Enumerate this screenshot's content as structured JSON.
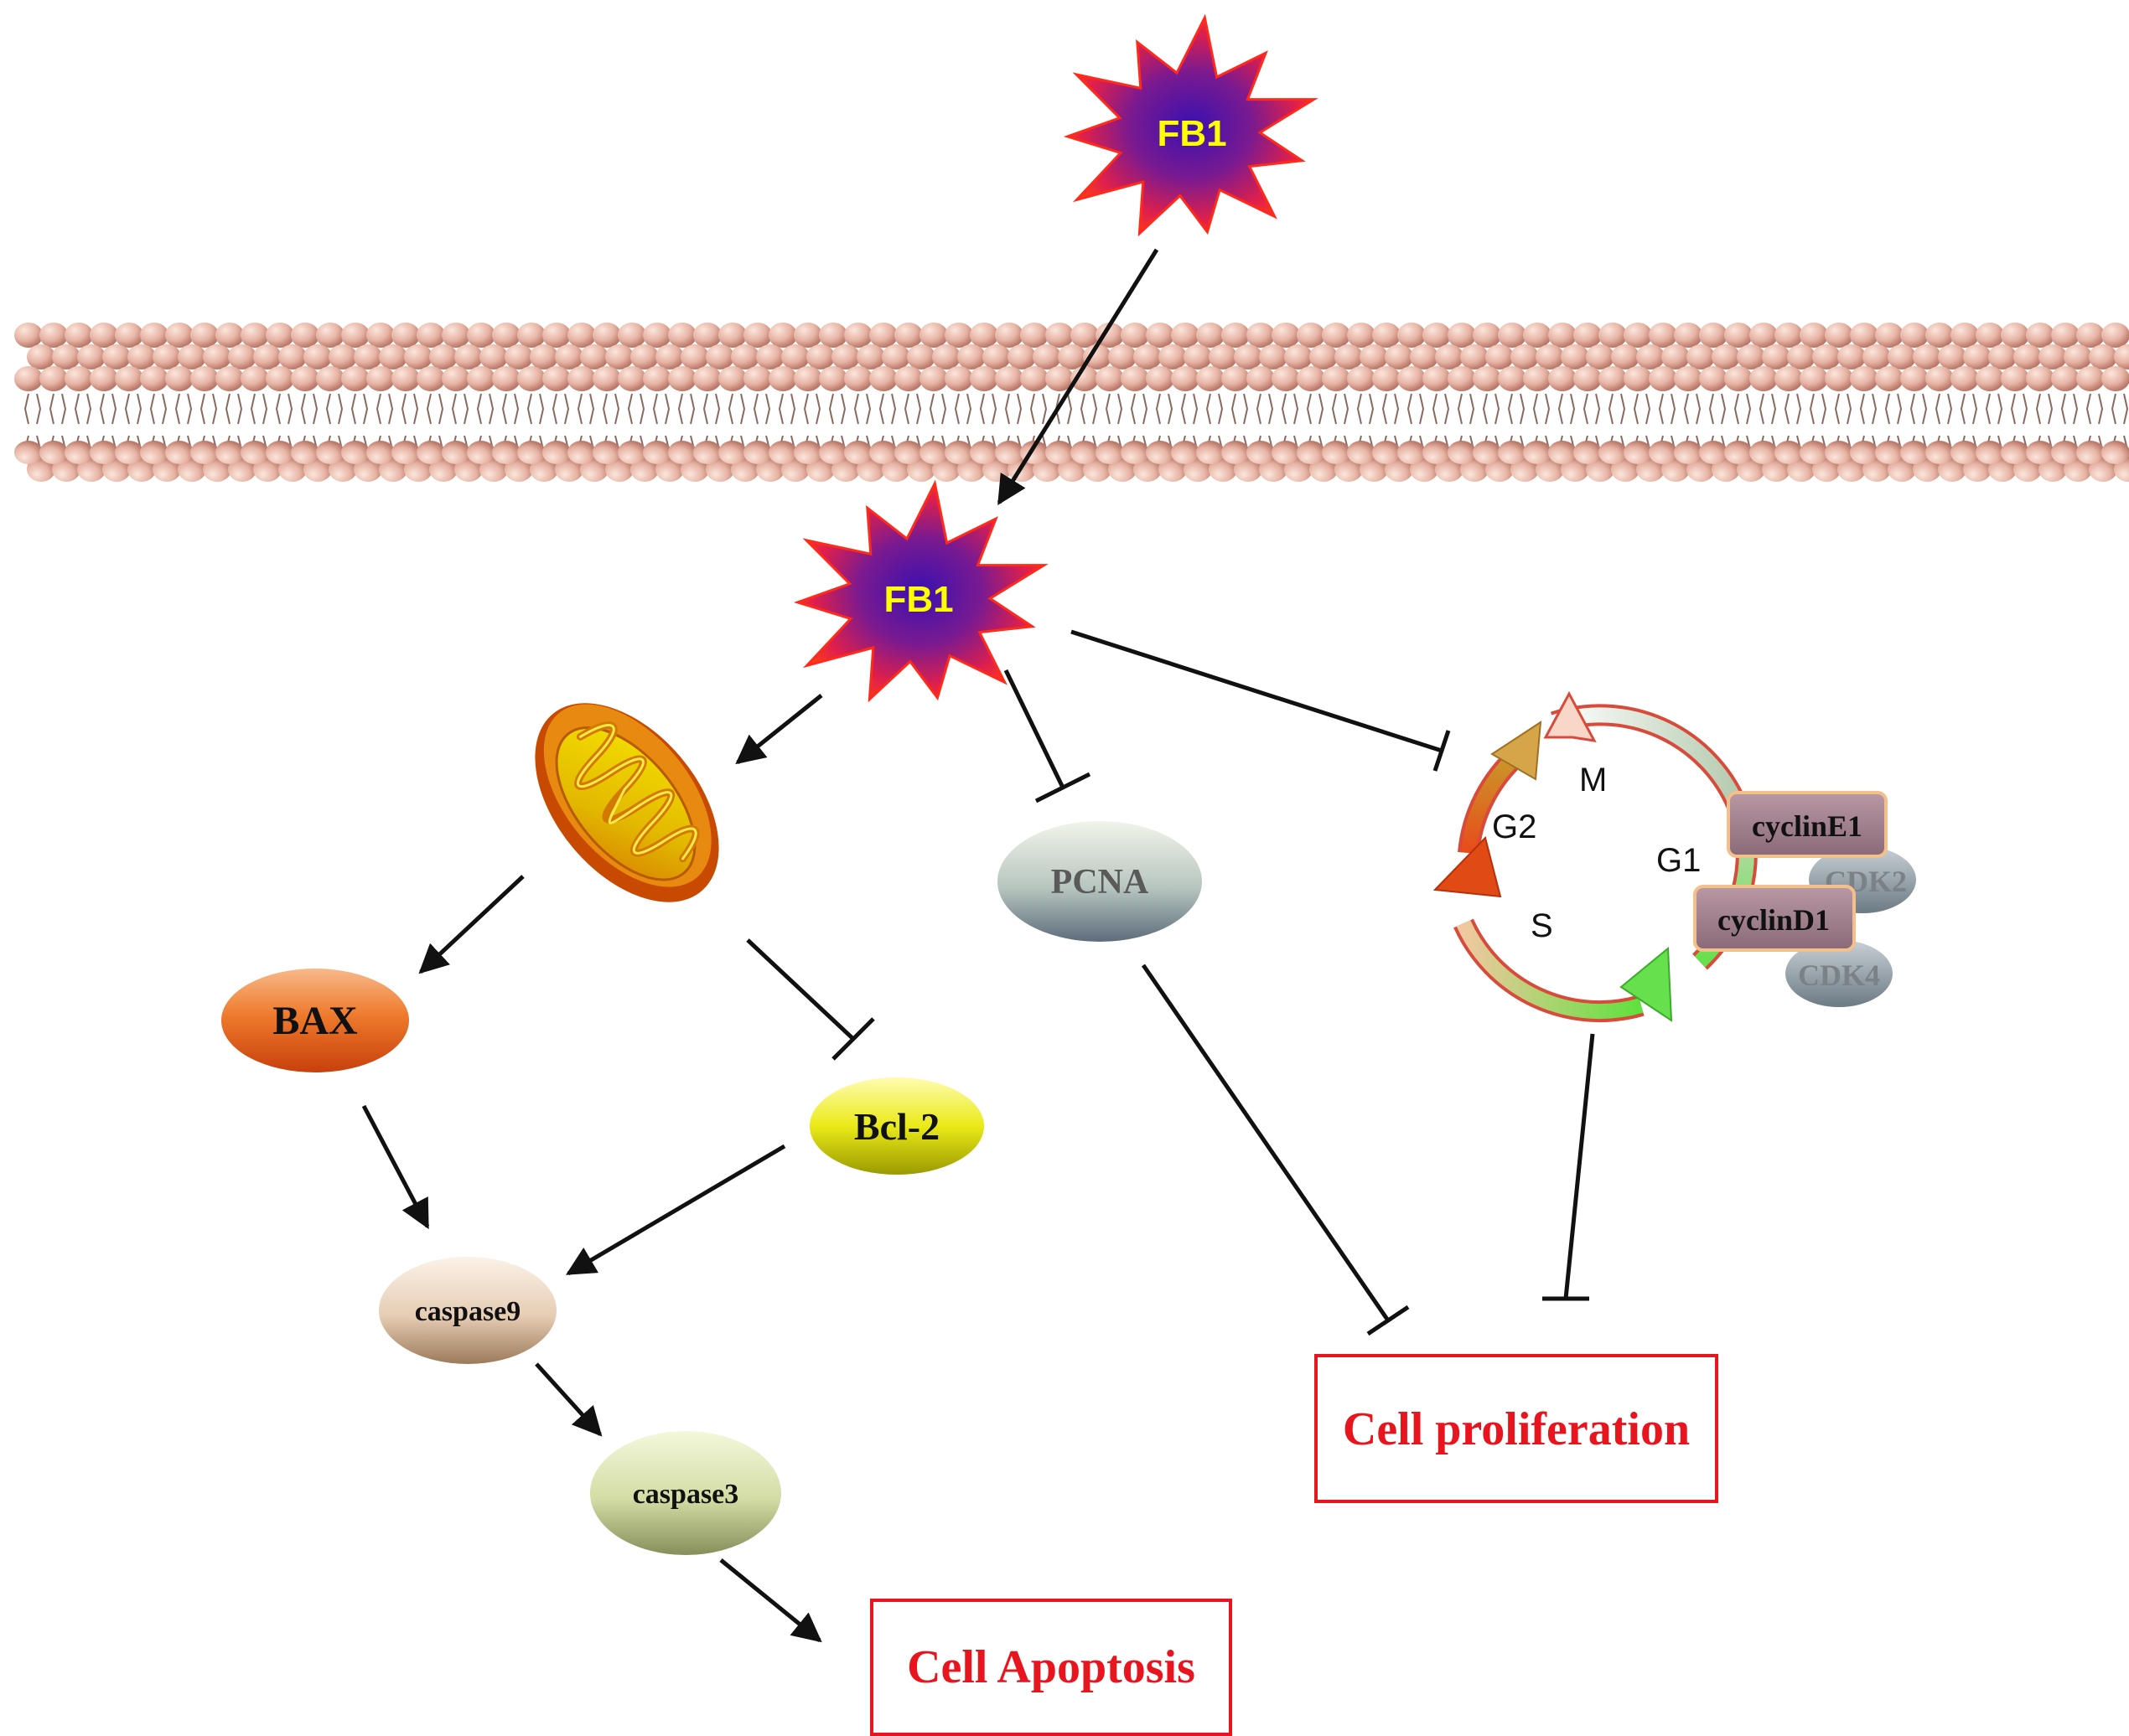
{
  "colors": {
    "starburst_edge": "#ff2a1a",
    "starburst_core": "#5a1aa0",
    "fb1_text": "#ffff00",
    "outcome_red": "#e8141e",
    "membrane_head": "#e0a090",
    "arrow": "#111111",
    "bax": "#e56a1c",
    "bcl2": "#e6e600",
    "pcna": "#b8c4c0",
    "caspase9": "#e8d3bd",
    "caspase3": "#ccd69e",
    "cyclin_box": "#a07f8c",
    "cdk": "#9aa4ab"
  },
  "icons": {
    "fb1_outside": "starburst-icon",
    "fb1_inside": "starburst-icon",
    "membrane": "lipid-bilayer-icon",
    "mitochondrion": "mitochondrion-icon",
    "cell_cycle": "cell-cycle-ring-icon"
  },
  "nodes": {
    "fb1_outside": "FB1",
    "fb1_inside": "FB1",
    "bax": "BAX",
    "bcl2": "Bcl-2",
    "pcna": "PCNA",
    "caspase9": "caspase9",
    "caspase3": "caspase3"
  },
  "cell_cycle": {
    "phases": {
      "m": "M",
      "g1": "G1",
      "g2": "G2",
      "s": "S"
    },
    "cyclinE1": "cyclinE1",
    "cdk2": "CDK2",
    "cyclinD1": "cyclinD1",
    "cdk4": "CDK4"
  },
  "outcomes": {
    "apoptosis": "Cell Apoptosis",
    "proliferation": "Cell proliferation"
  },
  "edges": [
    {
      "from": "FB1 (outside)",
      "to": "FB1 (inside)",
      "type": "activation"
    },
    {
      "from": "FB1",
      "to": "mitochondrion",
      "type": "activation"
    },
    {
      "from": "FB1",
      "to": "PCNA",
      "type": "inhibition"
    },
    {
      "from": "FB1",
      "to": "cell cycle",
      "type": "inhibition"
    },
    {
      "from": "mitochondrion",
      "to": "BAX",
      "type": "activation"
    },
    {
      "from": "mitochondrion",
      "to": "Bcl-2",
      "type": "inhibition"
    },
    {
      "from": "BAX",
      "to": "caspase9",
      "type": "activation"
    },
    {
      "from": "Bcl-2",
      "to": "caspase9",
      "type": "activation"
    },
    {
      "from": "caspase9",
      "to": "caspase3",
      "type": "activation"
    },
    {
      "from": "caspase3",
      "to": "Cell Apoptosis",
      "type": "activation"
    },
    {
      "from": "PCNA",
      "to": "Cell proliferation",
      "type": "inhibition"
    },
    {
      "from": "cell cycle",
      "to": "Cell proliferation",
      "type": "inhibition"
    }
  ]
}
